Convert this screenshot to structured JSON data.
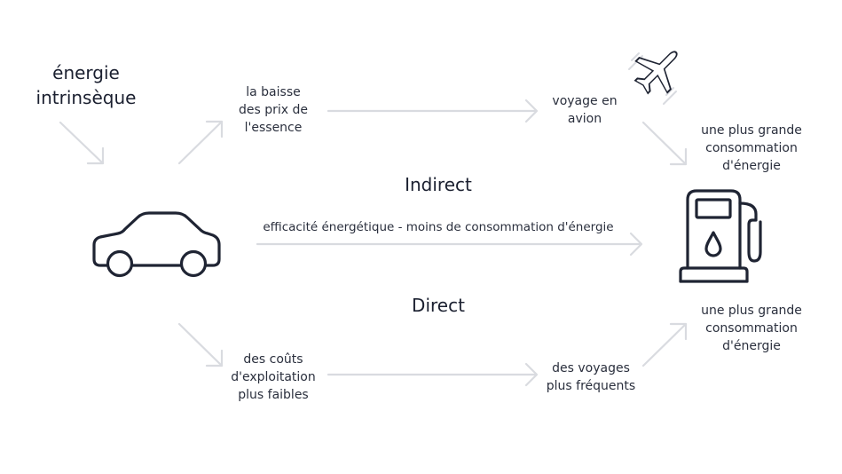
{
  "diagram": {
    "title_lines": [
      "énergie",
      "intrinsèque"
    ],
    "indirect_label": "Indirect",
    "direct_label": "Direct",
    "nodes": {
      "price_drop": [
        "la baisse",
        "des prix de",
        "l'essence"
      ],
      "air_travel": [
        "voyage en",
        "avion"
      ],
      "more_energy_top": [
        "une plus grande",
        "consommation",
        "d'énergie"
      ],
      "efficiency": "efficacité énergétique - moins de consommation d'énergie",
      "lower_costs": [
        "des coûts",
        "d'exploitation",
        "plus faibles"
      ],
      "frequent_trips": [
        "des voyages",
        "plus fréquents"
      ],
      "more_energy_bottom": [
        "une plus grande",
        "consommation",
        "d'énergie"
      ]
    },
    "icons": {
      "car": "car-icon",
      "plane": "airplane-icon",
      "pump": "fuel-pump-icon"
    },
    "colors": {
      "text": "#1f2433",
      "icon_stroke": "#1f2433",
      "arrow": "#d9dbe0"
    }
  }
}
